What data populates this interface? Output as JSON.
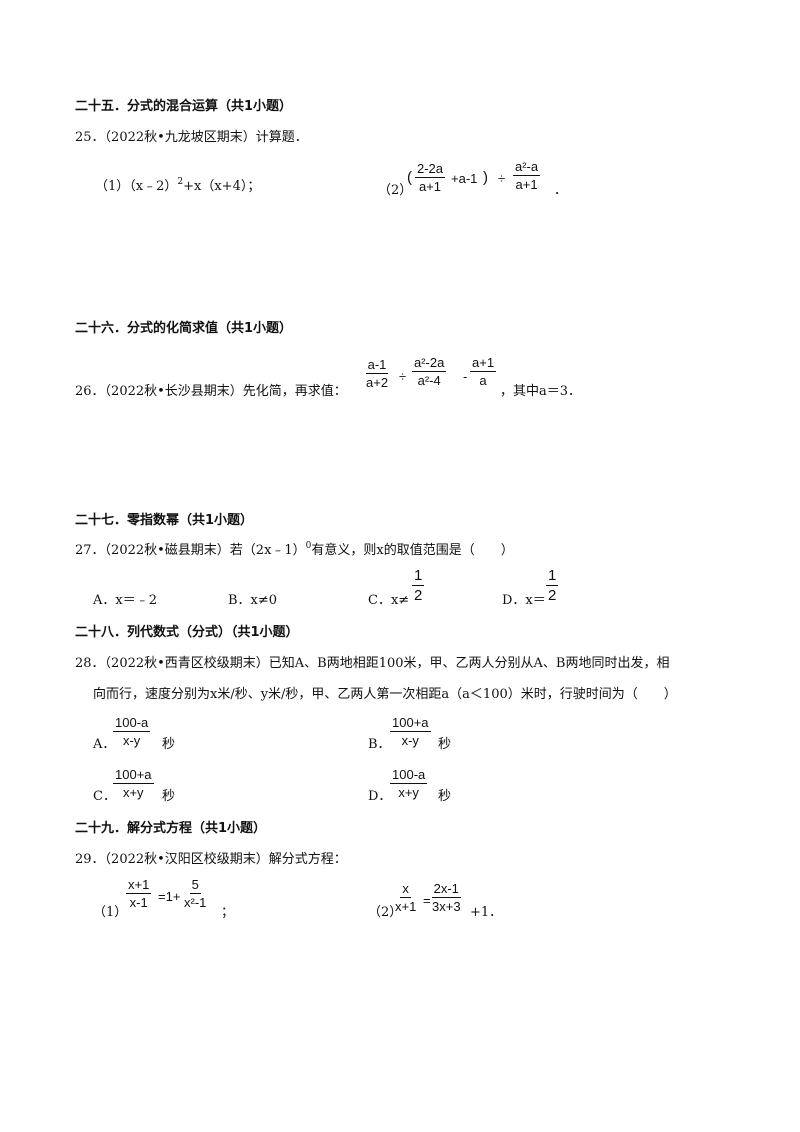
{
  "s25": {
    "heading": "二十五．分式的混合运算（共1小题）",
    "question": "25．（2022秋•九龙坡区期末）计算题．",
    "p1_label": "（1）",
    "p1_expr": "（x﹣2）",
    "p1_exp": "2",
    "p1_rest": "+x（x+4）；",
    "p2_label": "（2）",
    "p2_open": "(",
    "p2_f1_num": "2-2a",
    "p2_f1_den": "a+1",
    "p2_mid": "+a-1",
    "p2_close": ")",
    "div": "÷",
    "p2_f2_num": "a²-a",
    "p2_f2_den": "a+1",
    "p2_end": "．"
  },
  "s26": {
    "heading": "二十六．分式的化简求值（共1小题）",
    "question": "26．（2022秋•长沙县期末）先化简，再求值：",
    "f1_num": "a-1",
    "f1_den": "a+2",
    "div": "÷",
    "f2_num": "a²-2a",
    "f2_den": "a²-4",
    "minus": "-",
    "f3_num": "a+1",
    "f3_den": "a",
    "tail": "，其中a＝3．"
  },
  "s27": {
    "heading": "二十七．零指数幂（共1小题）",
    "q_a": "27．（2022秋•磁县期末）若（2x﹣1）",
    "q_exp": "0",
    "q_b": "有意义，则x的取值范围是（　　）",
    "opt_a": "A．x＝﹣2",
    "opt_b": "B．x≠0",
    "opt_c": "C．x≠",
    "opt_d": "D．x＝",
    "half_num": "1",
    "half_den": "2"
  },
  "s28": {
    "heading": "二十八．列代数式（分式）（共1小题）",
    "line1": "28．（2022秋•西青区校级期末）已知A、B两地相距100米，甲、乙两人分别从A、B两地同时出发，相",
    "line2": "向而行，速度分别为x米/秒、y米/秒，甲、乙两人第一次相距a（a＜100）米时，行驶时间为（　　）",
    "A": {
      "label": "A．",
      "num": "100-a",
      "den": "x-y",
      "unit": "秒"
    },
    "B": {
      "label": "B．",
      "num": "100+a",
      "den": "x-y",
      "unit": "秒"
    },
    "C": {
      "label": "C．",
      "num": "100+a",
      "den": "x+y",
      "unit": "秒"
    },
    "D": {
      "label": "D．",
      "num": "100-a",
      "den": "x+y",
      "unit": "秒"
    }
  },
  "s29": {
    "heading": "二十九．解分式方程（共1小题）",
    "question": "29．（2022秋•汉阳区校级期末）解分式方程：",
    "p1_label": "（1）",
    "p1_f1_num": "x+1",
    "p1_f1_den": "x-1",
    "p1_eq": "=1+",
    "p1_f2_num": "5",
    "p1_f2_den": "x²-1",
    "p1_end": "；",
    "p2_label": "（2）",
    "p2_f1_num": "x",
    "p2_f1_den": "x+1",
    "p2_eq": "=",
    "p2_f2_num": "2x-1",
    "p2_f2_den": "3x+3",
    "p2_end": "+1．"
  }
}
